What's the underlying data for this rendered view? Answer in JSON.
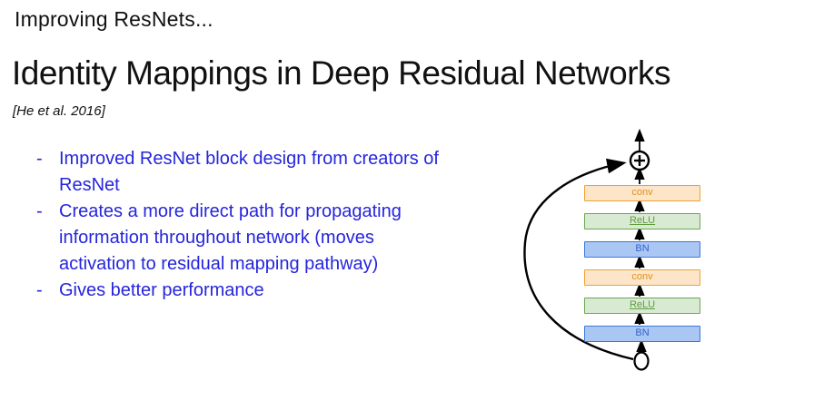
{
  "slide": {
    "kicker": "Improving ResNets...",
    "title": "Identity Mappings in Deep Residual Networks",
    "citation": "[He et al. 2016]",
    "bullet_marker": "-",
    "bullets": [
      "Improved ResNet block design from creators of ResNet",
      "Creates a more direct path for propagating information throughout network (moves activation to residual mapping pathway)",
      "Gives better performance"
    ],
    "colors": {
      "bullet_text": "#2525dd",
      "heading_text": "#111111"
    }
  },
  "diagram": {
    "description": "pre-activation ResNet block, data flow bottom to top with identity skip connection",
    "plus_symbol": "+",
    "blocks": [
      {
        "label": "conv",
        "type": "conv"
      },
      {
        "label": "ReLU",
        "type": "relu"
      },
      {
        "label": "BN",
        "type": "bn"
      },
      {
        "label": "conv",
        "type": "conv"
      },
      {
        "label": "ReLU",
        "type": "relu"
      },
      {
        "label": "BN",
        "type": "bn"
      }
    ],
    "colors": {
      "conv_border": "#f0a230",
      "conv_fill": "#fce5c9",
      "conv_text": "#e09217",
      "relu_border": "#6aa84f",
      "relu_fill": "#d9ead3",
      "relu_text": "#5e9e3e",
      "bn_border": "#3c78d8",
      "bn_fill": "#aac6f3",
      "bn_text": "#3464ce",
      "line": "#000000"
    }
  }
}
